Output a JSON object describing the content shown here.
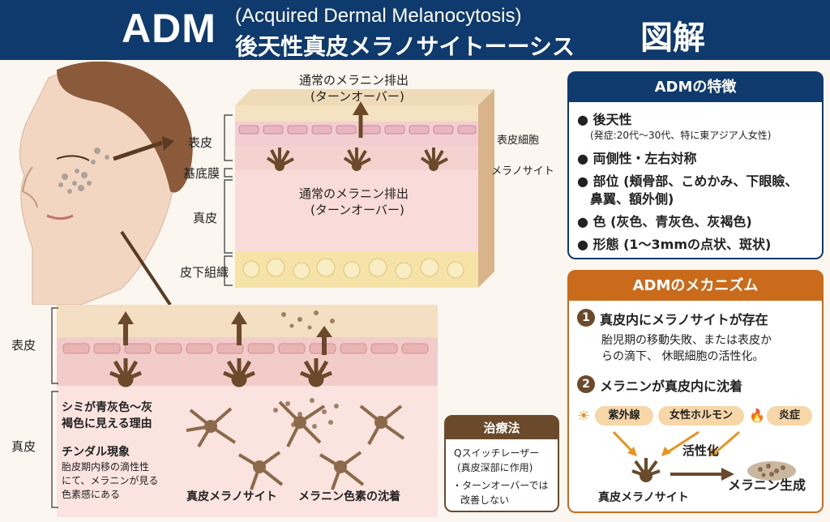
{
  "header": {
    "adm": "ADM",
    "english": "(Acquired Dermal Melanocytosis)",
    "japanese": "後天性真皮メラノサイトーーシス",
    "zukai": "図解"
  },
  "top_diagram": {
    "label_top": "通常のメラニン排出",
    "label_top_sub": "(ターンオーバー)",
    "label_mid": "通常のメラニン排出",
    "label_mid_sub": "(ターンオーバー)",
    "layers": [
      "表皮",
      "基底膜",
      "真皮",
      "皮下組織"
    ],
    "right_labels": [
      "表皮細胞",
      "メラノサイト"
    ]
  },
  "bottom_diagram": {
    "layers": [
      "表皮",
      "真皮"
    ],
    "reason_title_1": "シミが青灰色〜灰",
    "reason_title_2": "褐色に見える理由",
    "tyndall": "チンダル現象",
    "tyndall_desc_1": "胎皮期内移の滴性性",
    "tyndall_desc_2": "にて、メラニンが見る",
    "tyndall_desc_3": "色素感にある",
    "label_melanocyte": "真皮メラノサイト",
    "label_deposit": "メラニン色素の沈着"
  },
  "features": {
    "title": "ADMの特徴",
    "items": [
      {
        "main": "後天性",
        "sub": "(発症:20代〜30代、特に東アジア人女性)"
      },
      {
        "main": "両側性・左右対称",
        "sub": ""
      },
      {
        "main": "部位 (頬骨部、こめかみ、下眼瞼、",
        "sub2": "鼻翼、額外側)"
      },
      {
        "main": "色 (灰色、青灰色、灰褐色)",
        "sub": ""
      },
      {
        "main": "形態 (1〜3mmの点状、斑状)",
        "sub": ""
      }
    ]
  },
  "mechanism": {
    "title": "ADMのメカニズム",
    "step1_num": "1",
    "step1_title": "真皮内にメラノサイトが存在",
    "step1_desc_1": "胎児期の移動失敗、または表皮か",
    "step1_desc_2": "らの滴下、 休眠細胞の活性化。",
    "step2_num": "2",
    "step2_title": "メラニンが真皮内に沈着",
    "factors": [
      "紫外線",
      "女性ホルモン",
      "炎症"
    ],
    "activation": "活性化",
    "melanocyte_label": "真皮メラノサイト",
    "production": "メラニン生成"
  },
  "treatment": {
    "title": "治療法",
    "line1": "Qスイッチレーザー",
    "line2": "(真皮深部に作用)",
    "line3": "・ターンオーバーでは",
    "line4": "改善しない"
  },
  "colors": {
    "header_bg": "#0f3a6e",
    "mechanism_accent": "#c96b1a",
    "melanin_brown": "#6b4a2b"
  }
}
